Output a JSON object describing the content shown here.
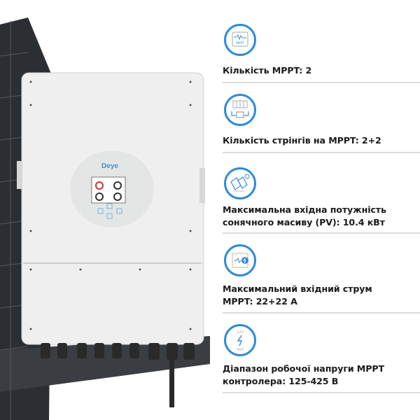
{
  "product": {
    "brand_logo": "Deye",
    "colors": {
      "body": "#f0f1f0",
      "panel": "#2b2e33",
      "accent": "#3f8fd6"
    }
  },
  "specs": [
    {
      "icon": "mppt-monitor-icon",
      "icon_text": "MPPT",
      "lines": [
        "Кількість MPPT: 2"
      ]
    },
    {
      "icon": "solar-strings-icon",
      "lines": [
        "Кількість стрінгів на MPPT: 2+2"
      ]
    },
    {
      "icon": "solar-array-sun-icon",
      "lines": [
        "Максимальна вхідна потужність",
        "сонячного масиву (PV): 10.4 кВт"
      ]
    },
    {
      "icon": "input-current-bolt-icon",
      "lines": [
        "Максимальний вхідний струм",
        "MPPT: 22+22 A"
      ]
    },
    {
      "icon": "voltage-range-icon",
      "icon_top": "120",
      "icon_bottom": "450",
      "lines": [
        "Діапазон робочої напруги MPPT",
        "контролера: 125-425 В"
      ]
    }
  ]
}
